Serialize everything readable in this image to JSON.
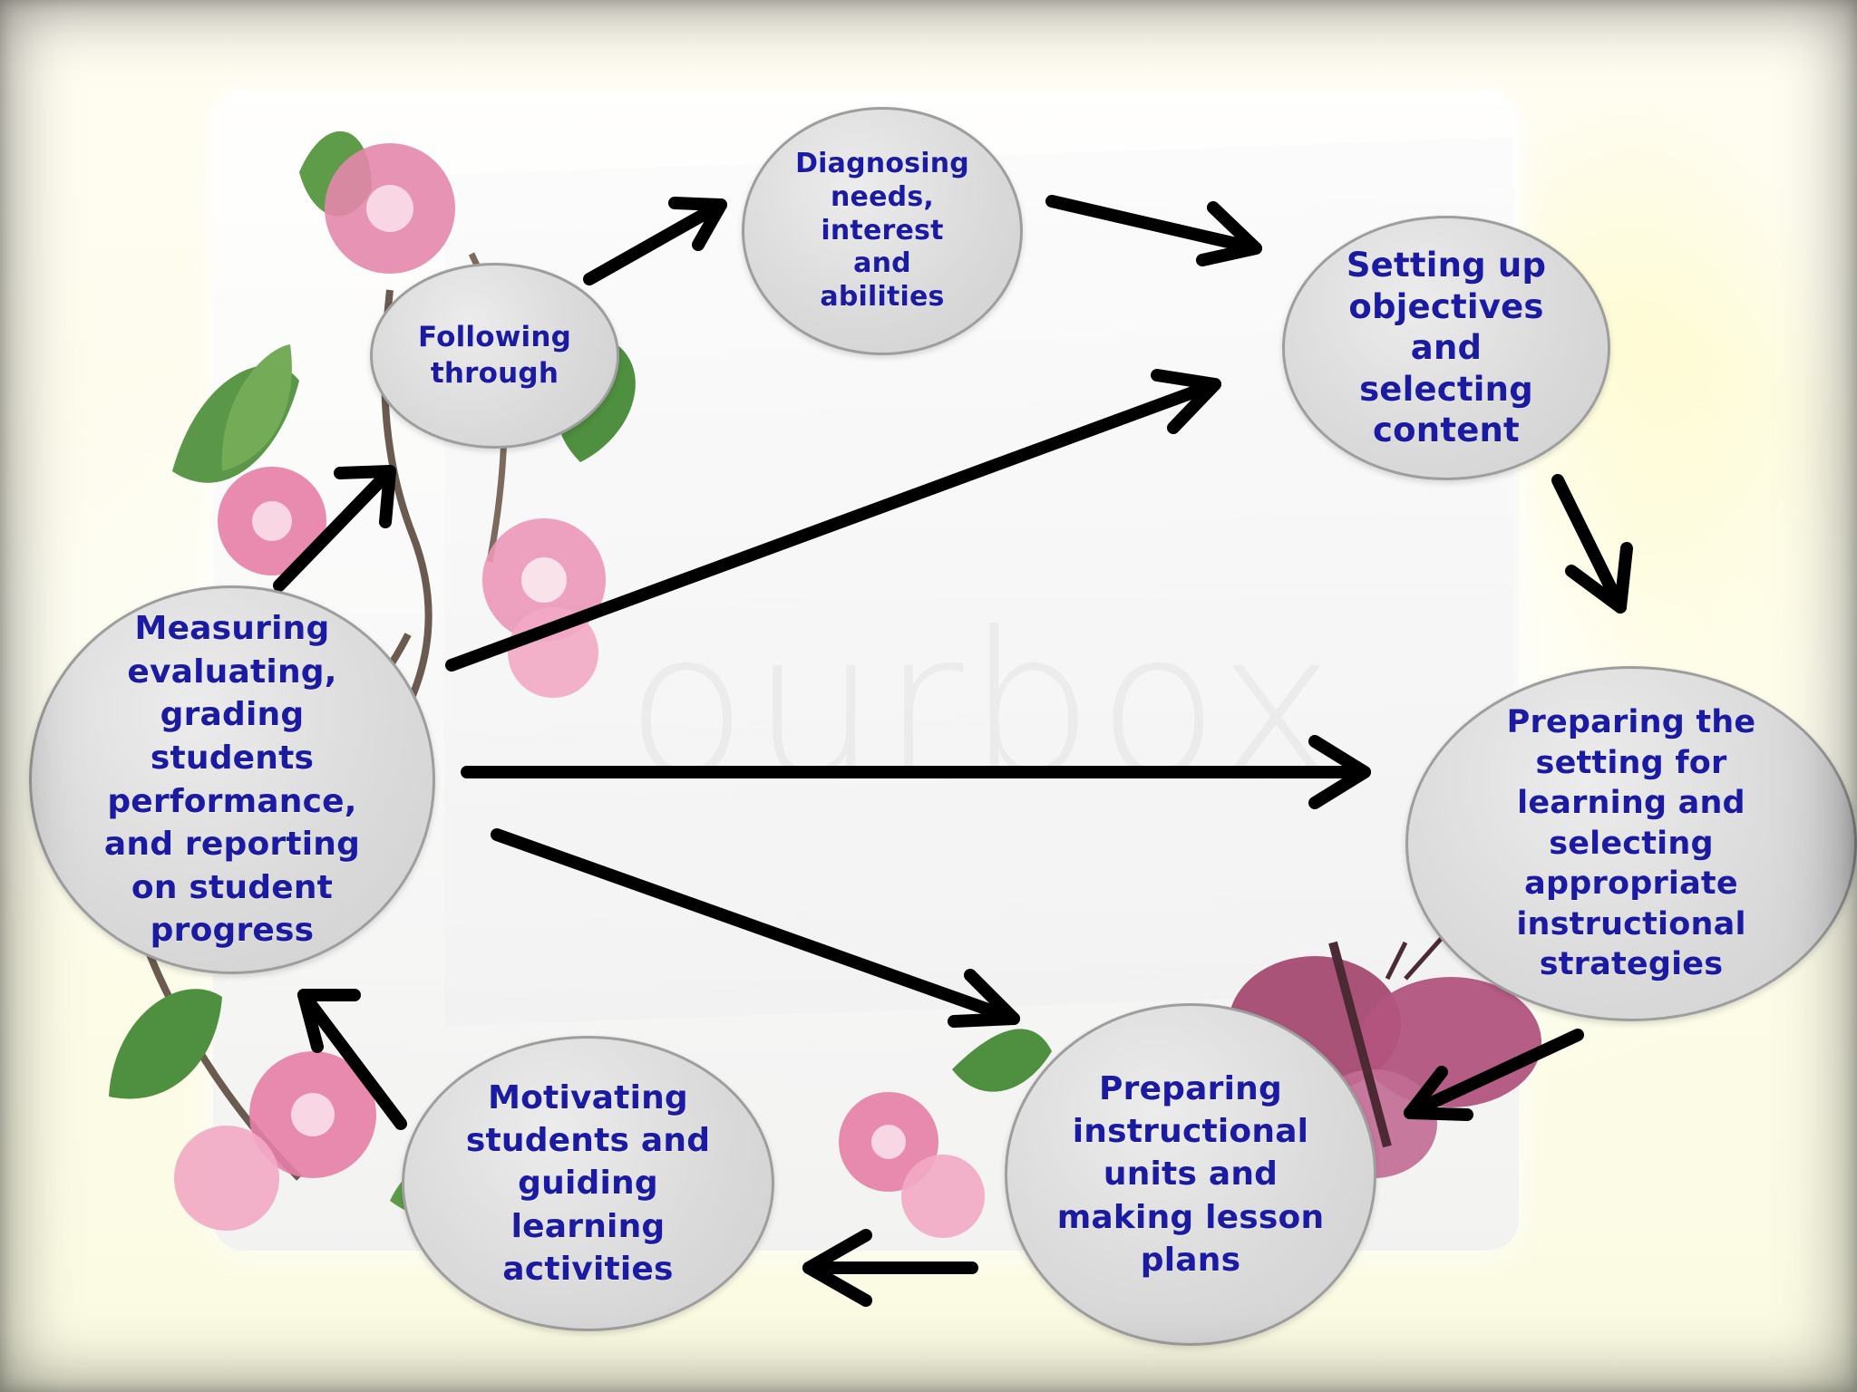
{
  "nodes": [
    {
      "id": "diagnosing",
      "label": "Diagnosing\nneeds,\ninterest\nand\nabilities"
    },
    {
      "id": "objectives",
      "label": "Setting up\nobjectives\nand\nselecting\ncontent"
    },
    {
      "id": "preparing-setting",
      "label": "Preparing the\nsetting for\nlearning and\nselecting\nappropriate\ninstructional\nstrategies"
    },
    {
      "id": "preparing-units",
      "label": "Preparing\ninstructional\nunits and\nmaking lesson\nplans"
    },
    {
      "id": "motivating",
      "label": "Motivating\nstudents and\nguiding\nlearning\nactivities"
    },
    {
      "id": "measuring",
      "label": "Measuring\nevaluating,\ngrading\nstudents\nperformance,\nand reporting\non student\nprogress"
    },
    {
      "id": "following",
      "label": "Following\nthrough"
    }
  ],
  "edges": [
    {
      "from": "following",
      "to": "diagnosing"
    },
    {
      "from": "diagnosing",
      "to": "objectives"
    },
    {
      "from": "objectives",
      "to": "preparing-setting"
    },
    {
      "from": "preparing-setting",
      "to": "preparing-units"
    },
    {
      "from": "preparing-units",
      "to": "motivating"
    },
    {
      "from": "motivating",
      "to": "measuring"
    },
    {
      "from": "measuring",
      "to": "following"
    },
    {
      "from": "measuring",
      "to": "objectives"
    },
    {
      "from": "measuring",
      "to": "preparing-setting"
    },
    {
      "from": "measuring",
      "to": "preparing-units"
    }
  ],
  "colors": {
    "node_fill": "#d9d9d9",
    "node_border": "#9e9e9e",
    "label_text": "#1a1aa3",
    "arrow": "#000000"
  }
}
